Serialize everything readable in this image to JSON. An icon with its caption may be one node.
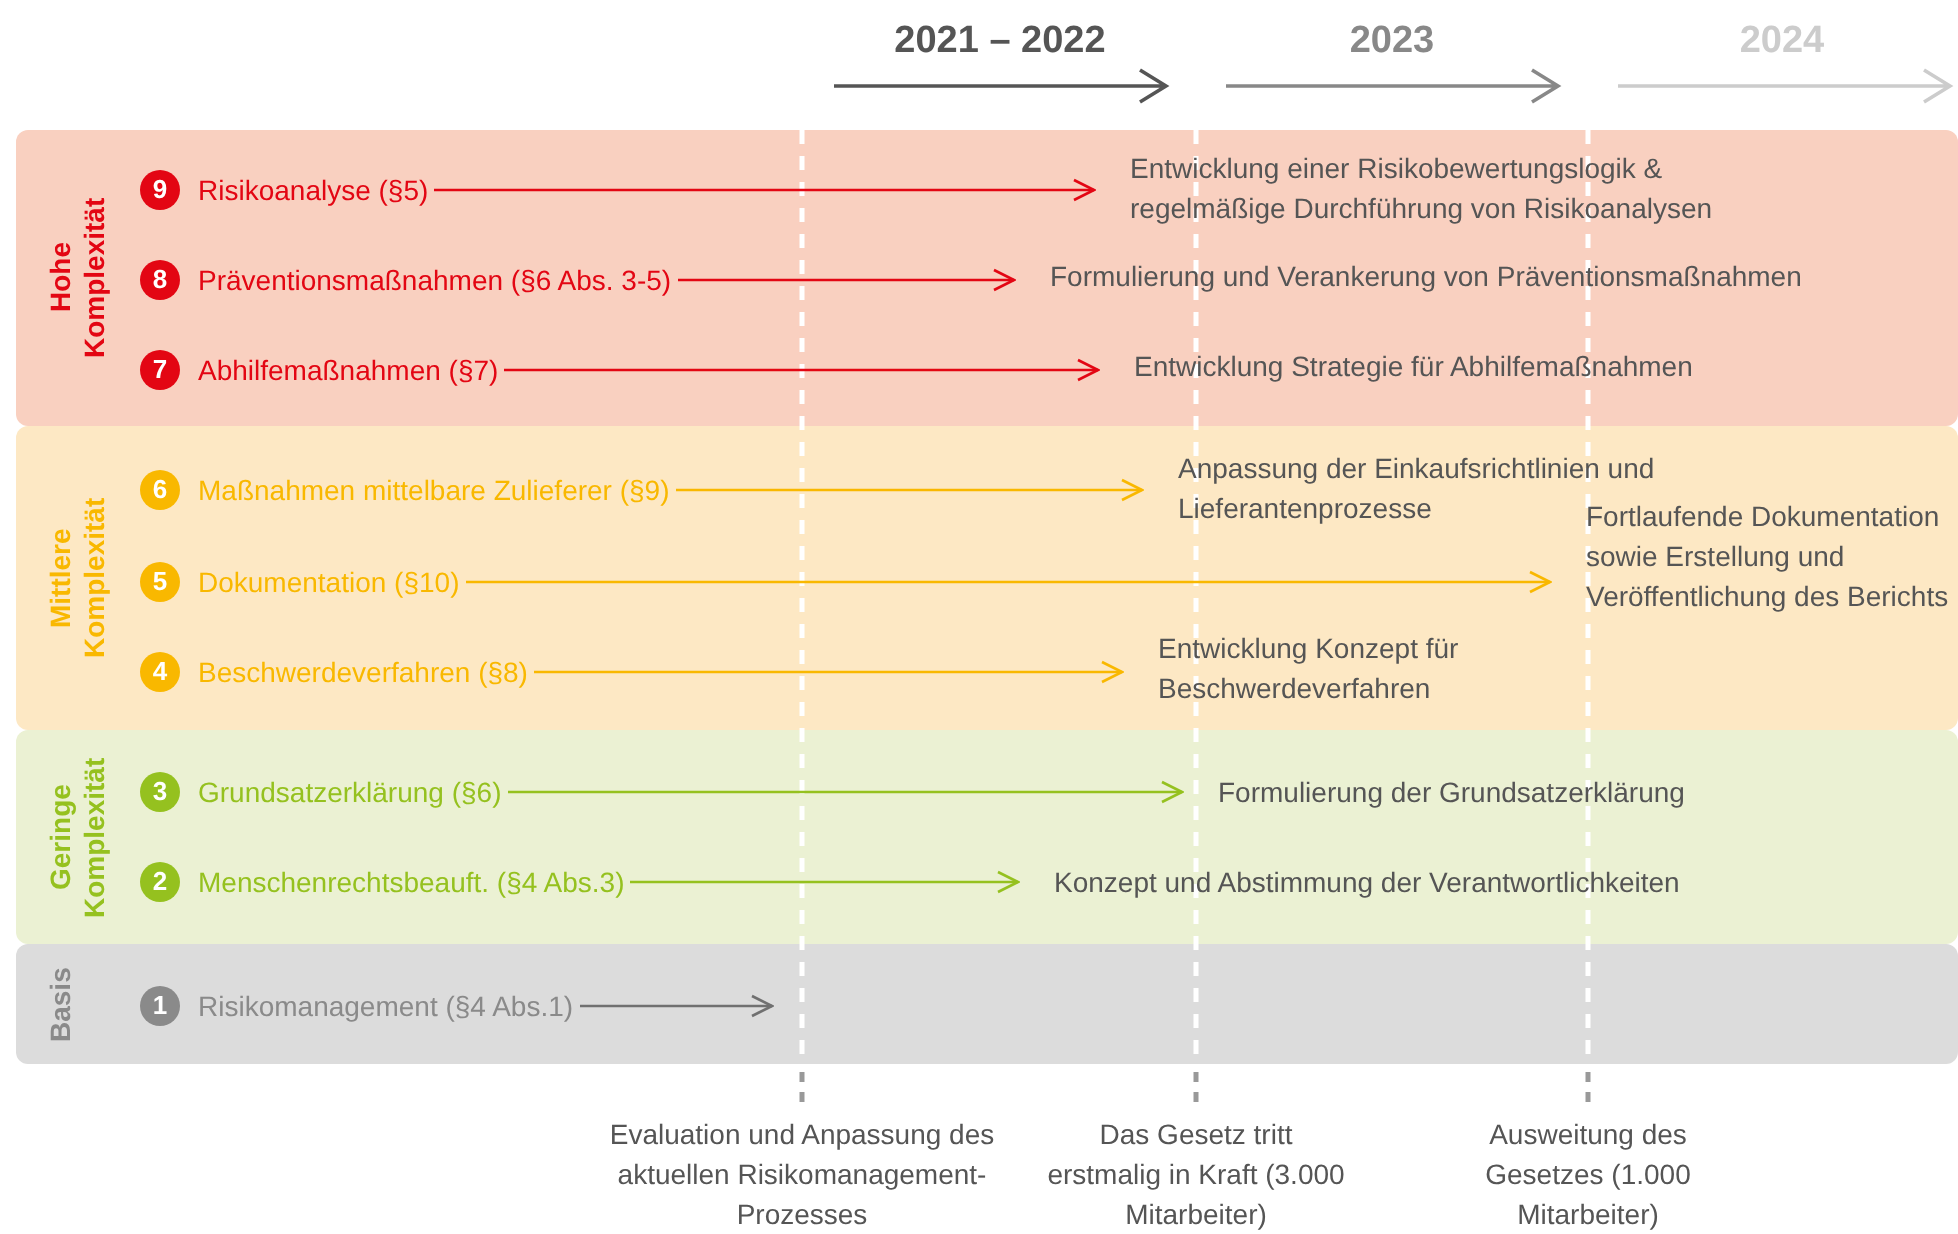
{
  "diagram": {
    "nodes": [
      {
        "text": [
          "Hohe Komplexität"
        ]
      },
      {
        "text": [
          "9",
          "Risikoanalyse (§5)"
        ],
        "in": 0
      },
      {
        "text": [
          "Entwicklung einer Risikobewertungslogik & regelmäßige Durchführung von Risikoanalysen"
        ],
        "in": 0
      },
      {
        "text": [
          "8",
          "Präventionsmaßnahmen (§6 Abs. 3-5)"
        ],
        "in": 0
      },
      {
        "text": [
          "Formulierung und Verankerung von Präventionsmaßnahmen"
        ],
        "in": 0
      },
      {
        "text": [
          "7",
          "Abhilfemaßnahmen (§7)"
        ],
        "in": 0
      },
      {
        "text": [
          "Entwicklung Strategie für Abhilfemaßnahmen"
        ],
        "in": 0
      },
      {
        "text": [
          "Mittlere Komplexität"
        ]
      },
      {
        "text": [
          "6",
          "Maßnahmen mittelbare Zulieferer (§9)"
        ],
        "in": 7
      },
      {
        "text": [
          "Anpassung der Einkaufsrichtlinien und Lieferantenprozesse"
        ],
        "in": 7
      },
      {
        "text": [
          "5",
          "Dokumentation (§10)"
        ],
        "in": 7
      },
      {
        "text": [
          "Fortlaufende Dokumentation sowie Erstellung und Veröffentlichung des Berichts"
        ],
        "in": 7
      },
      {
        "text": [
          "4",
          "Beschwerdeverfahren (§8)"
        ],
        "in": 7
      },
      {
        "text": [
          "Entwicklung Konzept für Beschwerdeverfahren"
        ],
        "in": 7
      },
      {
        "text": [
          "Geringe Komplexität"
        ]
      },
      {
        "text": [
          "3",
          "Grundsatzerklärung (§6)"
        ],
        "in": 14
      },
      {
        "text": [
          "Formulierung der Grundsatzerklärung"
        ],
        "in": 14
      },
      {
        "text": [
          "2",
          "Menschenrechtsbeauft. (§4 Abs.3)"
        ],
        "in": 14
      },
      {
        "text": [
          "Konzept und Abstimmung der Verantwortlichkeiten"
        ],
        "in": 14
      },
      {
        "text": [
          "Basis"
        ]
      },
      {
        "text": [
          "1",
          "Risikomanagement (§4 Abs.1)"
        ],
        "in": 19
      }
    ],
    "edges": [
      {
        "from": 1,
        "to": 2,
        "arrow": "to",
        "color": "#e30613"
      },
      {
        "from": 3,
        "to": 4,
        "arrow": "to",
        "color": "#e30613"
      },
      {
        "from": 5,
        "to": 6,
        "arrow": "to",
        "color": "#e30613"
      },
      {
        "from": 8,
        "to": 9,
        "arrow": "to",
        "color": "#f9b800"
      },
      {
        "from": 10,
        "to": 11,
        "arrow": "to",
        "color": "#f9b800"
      },
      {
        "from": 12,
        "to": 13,
        "arrow": "to",
        "color": "#f9b800"
      },
      {
        "from": 15,
        "to": 16,
        "arrow": "to",
        "color": "#95c11f"
      },
      {
        "from": 17,
        "to": 18,
        "arrow": "to",
        "color": "#95c11f"
      },
      {
        "from": 20,
        "to": null,
        "arrow": "to",
        "color": "#707070"
      }
    ],
    "labels": [
      "2021 – 2022",
      "2023",
      "2024",
      "Evaluation und Anpassung des aktuellen Risikomanagement-Prozesses",
      "Das Gesetz tritt erstmalig in Kraft (3.000 Mitarbeiter)",
      "Ausweitung des Gesetzes (1.000 Mitarbeiter)"
    ]
  }
}
